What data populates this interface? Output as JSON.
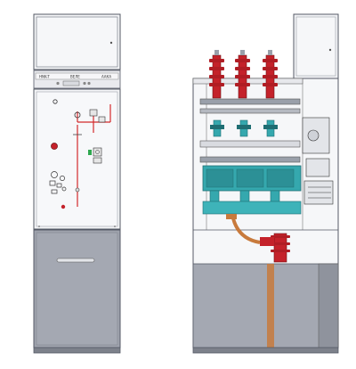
{
  "front_panel": {
    "nameplate_left": "HNK-T",
    "nameplate_center": "ВЕЛЕ",
    "nameplate_right": "ААКА"
  },
  "colors": {
    "panel_fill": "#f4f5f7",
    "panel_stroke": "#555a66",
    "lower_door_fill": "#9fa3ad",
    "insulator_red": "#c4222a",
    "busbar_teal": "#35a8ae",
    "busbar_dark": "#1f6e73",
    "copper": "#c87a3c",
    "mimic_red": "#d32a2a",
    "indicator_green": "#2fa84f"
  }
}
